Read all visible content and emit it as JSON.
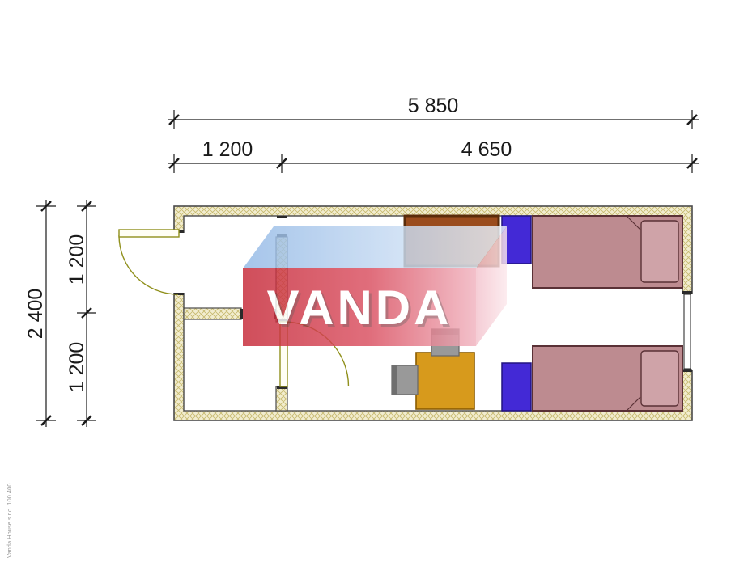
{
  "dimensions": {
    "top_total": "5 850",
    "top_left": "1 200",
    "top_right": "4 650",
    "left_total": "2 400",
    "left_upper": "1 200",
    "left_lower": "1 200"
  },
  "watermark": {
    "text": "VANDA"
  },
  "side_note": "Vanda House s.r.o. 100 400",
  "colors": {
    "dimension_line": "#1a1a1a",
    "wall_outline": "#4a4a4a",
    "wall_hatch_bg": "#f2edcf",
    "wall_hatch_line": "#c6b96e",
    "jamb": "#2a2a2a",
    "door": "#90901c",
    "door_leaf_fill": "#fffef5",
    "window_frame": "#333333",
    "bed_fill": "#bd8b90",
    "bed_stroke": "#5a3136",
    "pillow_fill": "#cfa3a8",
    "cabinet_fill": "#4329d6",
    "cabinet_stroke": "#221480",
    "wardrobe_fill": "#9a4c1d",
    "wardrobe_stroke": "#5a2c0a",
    "table_fill": "#d79a1c",
    "table_stroke": "#8a5c00",
    "chair_fill": "#999999",
    "chair_stroke": "#666666",
    "chair_back": "#6f6f6f",
    "watermark_front_1": "#c62837",
    "watermark_front_2": "#da4f60",
    "watermark_front_3": "#f1b3bf",
    "watermark_top_1": "#93b9e6",
    "watermark_top_2": "#edf4fc",
    "watermark_side_1": "#f4c3cd",
    "watermark_side_2": "#fce8ec",
    "watermark_text": "#ffffff"
  }
}
